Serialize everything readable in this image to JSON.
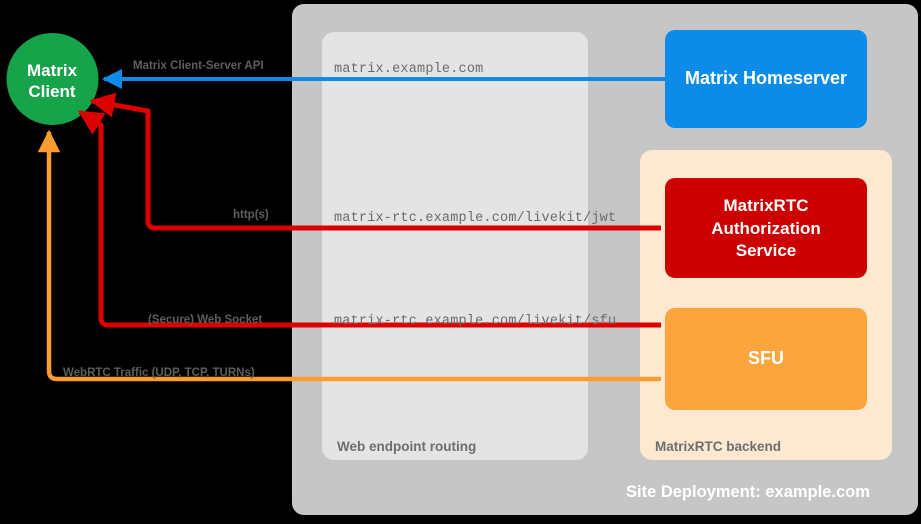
{
  "diagram": {
    "title": "Site Deployment: example.com",
    "client": {
      "label_line1": "Matrix",
      "label_line2": "Client",
      "color": "#16a34a"
    },
    "containers": [
      {
        "name": "site-deployment",
        "label": "Site Deployment: example.com",
        "color": "#c6c6c6"
      },
      {
        "name": "web-endpoint-routing",
        "label": "Web endpoint routing",
        "color": "#e4e4e4"
      },
      {
        "name": "matrixrtc-backend",
        "label": "MatrixRTC backend",
        "color": "#fde8d0"
      }
    ],
    "services": [
      {
        "name": "matrix-homeserver",
        "label": "Matrix Homeserver",
        "color": "#0d8be8",
        "text_color": "#ffffff"
      },
      {
        "name": "matrixrtc-authorization-service",
        "label_line1": "MatrixRTC",
        "label_line2": "Authorization",
        "label_line3": "Service",
        "color": "#cc0000",
        "text_color": "#ffffff"
      },
      {
        "name": "sfu",
        "label": "SFU",
        "color": "#fba53c",
        "text_color": "#ffffff"
      }
    ],
    "endpoints": [
      {
        "name": "matrix-endpoint",
        "url": "matrix.example.com"
      },
      {
        "name": "jwt-endpoint",
        "url": "matrix-rtc.example.com/livekit/jwt"
      },
      {
        "name": "sfu-endpoint",
        "url": "matrix-rtc.example.com/livekit/sfu"
      }
    ],
    "connections": [
      {
        "name": "matrix-client-server-api",
        "label": "Matrix Client-Server API",
        "color": "#0d8be8"
      },
      {
        "name": "https-connection",
        "label": "http(s)",
        "color": "#dd0000"
      },
      {
        "name": "secure-web-socket-connection",
        "label": "(Secure) Web Socket",
        "color": "#dd0000"
      },
      {
        "name": "webrtc-traffic-connection",
        "label": "WebRTC Traffic (UDP, TCP, TURNs)",
        "color": "#f99d33"
      }
    ]
  }
}
